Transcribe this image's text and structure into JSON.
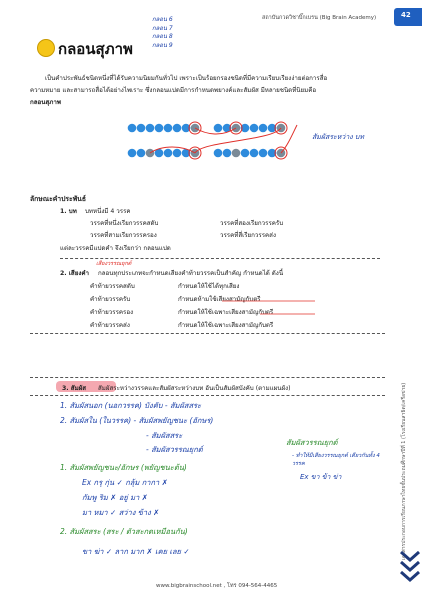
{
  "header": {
    "site": "สถาบันกวดวิชาบิ๊กเบรน (Big Brain Academy)",
    "page_number": "42",
    "footer": "www.bigbrainschool.net , โทร 094-564-4465",
    "side_text": "เอกสารประกอบการเรียนภาษาไทยชั้นประถมศึกษาปีที่ 1 (โรงเรียนสาธิต/เครือข่าย)"
  },
  "notes_top": [
    "กลอน 6",
    "กลอน 7",
    "กลอน 8",
    "กลอน 9"
  ],
  "title": "กลอนสุภาพ",
  "intro": [
    "เป็นคำประพันธ์ชนิดหนึ่งที่ได้รับความนิยมกันทั่วไป เพราะเป็นร้อยกรองชนิดที่มีความเรียบเรียงง่ายต่อการสื่อ",
    "ความหมาย และสามารถสื่อได้อย่างไพเราะ ซึ่งกลอนแปดมีการกำหนดพยางค์และสัมผัส มีหลายชนิดที่นิยมคือ",
    "กลอนสุภาพ"
  ],
  "diagram_note": "สัมผัสระหว่าง บท",
  "section_heading": "ลักษณะคำประพันธ์",
  "item1": {
    "label": "1. บท",
    "text": "บทหนึ่งมี 4 วรรค",
    "rows": [
      [
        "วรรคที่หนึ่งเรียกวรรคสดับ",
        "วรรคที่สองเรียกวรรครับ"
      ],
      [
        "วรรคที่สามเรียกวรรครอง",
        "วรรคที่สี่เรียกวรรคส่ง"
      ]
    ],
    "footer": "แต่ละวรรคมีแปดคำ จึงเรียกว่า กลอนแปด"
  },
  "item2": {
    "annotation": "เสียงวรรณยุกต์",
    "label": "2. เสียงคำ",
    "text": "กลอนทุกประเภทจะกำหนดเสียงคำท้ายวรรคเป็นสำคัญ กำหนดได้ ดังนี้",
    "rows": [
      [
        "คำท้ายวรรคสดับ",
        "กำหนดให้ใช้ได้ทุกเสียง"
      ],
      [
        "คำท้ายวรรครับ",
        "กำหนดห้ามใช้เสียงสามัญกับตรี"
      ],
      [
        "คำท้ายวรรครอง",
        "กำหนดให้ใช้เฉพาะเสียงสามัญกับตรี"
      ],
      [
        "คำท้ายวรรคส่ง",
        "กำหนดให้ใช้เฉพาะเสียงสามัญกับตรี"
      ]
    ]
  },
  "item3": {
    "label": "3. สัมผัส",
    "text": "สัมผัสระหว่างวรรคและสัมผัสระหว่างบท อันเป็นสัมผัสบังคับ (ตามแผนผัง)"
  },
  "handwriting": {
    "line1": "1. สัมผัสนอก (นอกวรรค) บังคับ - สัมผัสสระ",
    "line2": "2. สัมผัสใน (ในวรรค) - สัมผัสพยัญชนะ (อักษร)",
    "line3": "- สัมผัสสระ",
    "line4": "- สัมผัสวรรณยุกต์",
    "side_note1": "สัมผัสวรรณยุกต์",
    "side_note2": "- ทำให้มีเสียงวรรณยุกต์ เดียวกันทั้ง 4 วรรค",
    "side_note3": "Ex ขา ข้า ข่า",
    "line5": "1. สัมผัสพยัญชนะ/อักษร (พยัญชนะต้น)",
    "ex1": "Ex กรุ กุ่น ✓  กลุ้ม  กากา ✗",
    "ex2": "กัมพู ริม ✗  อยู่ มา ✗",
    "ex3": "มา หมา ✓  สว่าง ข้าง ✗",
    "line6": "2. สัมผัสสระ (สระ / ตัวสะกดเหมือนกัน)",
    "ex4": "ขา ฆ่า ✓  ลาก มาก ✗  เคย เลย ✓"
  }
}
